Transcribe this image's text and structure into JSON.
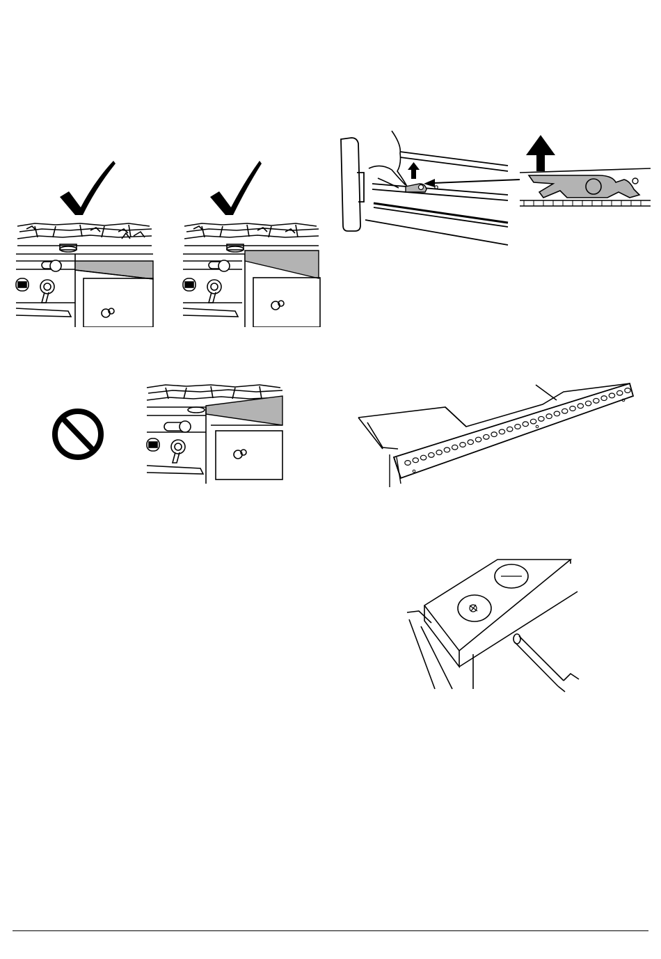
{
  "page": {
    "kind": "installation-instructions-illustrations",
    "background": "#ffffff",
    "line_color": "#000000",
    "shade_color": "#b3b3b3"
  },
  "figures": {
    "worktop_flush": {
      "icon": "check-mark-icon",
      "meaning": "correct"
    },
    "worktop_higher": {
      "icon": "check-mark-icon",
      "meaning": "correct"
    },
    "worktop_lower": {
      "icon": "prohibited-icon",
      "meaning": "incorrect"
    },
    "drawer_runner_latch": {
      "icons": [
        "up-arrow-icon",
        "left-arrow-icon",
        "up-arrow-icon"
      ]
    },
    "splashback_rail": {
      "icons": []
    },
    "screwdriver_fixing": {
      "icons": []
    }
  }
}
